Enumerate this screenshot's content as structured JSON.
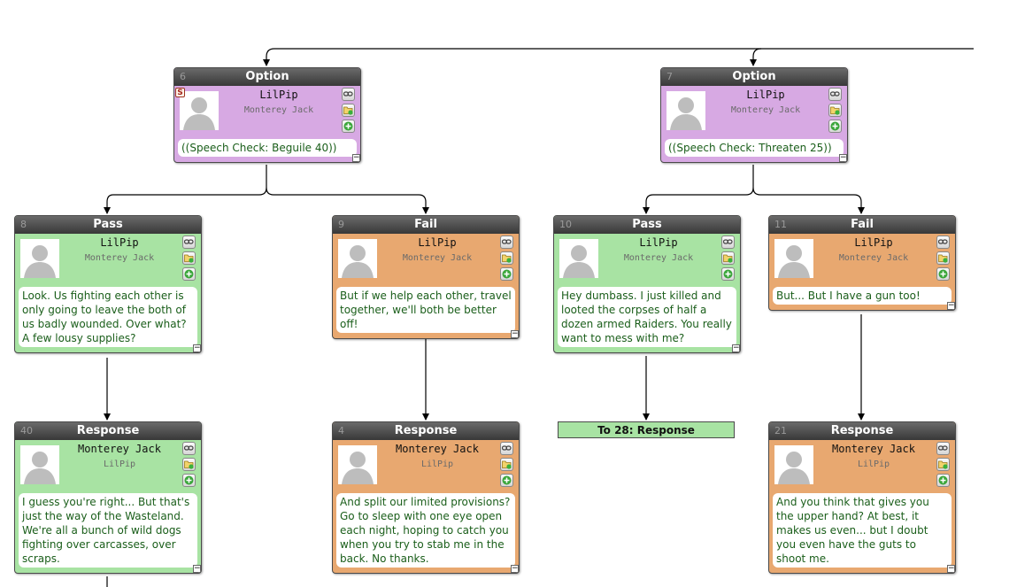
{
  "canvas": {
    "nodes": [
      {
        "id": "6",
        "title": "Option",
        "color": "purple",
        "speaker": "LilPip",
        "listener": "Monterey Jack",
        "portrait": "Image Not Available",
        "check_badge": "S",
        "text": "((Speech Check: Beguile 40))"
      },
      {
        "id": "7",
        "title": "Option",
        "color": "purple",
        "speaker": "LilPip",
        "listener": "Monterey Jack",
        "portrait": "Image Not Available",
        "text": "((Speech Check: Threaten 25))"
      },
      {
        "id": "8",
        "title": "Pass",
        "color": "green",
        "speaker": "LilPip",
        "listener": "Monterey Jack",
        "portrait": "Image Not Available",
        "text": "Look. Us fighting each other is only going to leave the both of us badly wounded. Over what? A few lousy supplies?"
      },
      {
        "id": "9",
        "title": "Fail",
        "color": "orange",
        "speaker": "LilPip",
        "listener": "Monterey Jack",
        "portrait": "Image Not Available",
        "text": "But if we help each other, travel together, we'll both be better off!"
      },
      {
        "id": "10",
        "title": "Pass",
        "color": "green",
        "speaker": "LilPip",
        "listener": "Monterey Jack",
        "portrait": "Image Not Available",
        "text": "Hey dumbass. I just killed and looted the corpses of half a dozen armed Raiders. You really want to mess with me?"
      },
      {
        "id": "11",
        "title": "Fail",
        "color": "orange",
        "speaker": "LilPip",
        "listener": "Monterey Jack",
        "portrait": "Image Not Available",
        "text": "But... But I have a gun too!"
      },
      {
        "id": "40",
        "title": "Response",
        "color": "green",
        "speaker": "Monterey Jack",
        "listener": "LilPip",
        "portrait": "Image Not Available",
        "text": "I guess you're right... But that's just the way of the Wasteland. We're all a bunch of wild dogs fighting over carcasses, over scraps."
      },
      {
        "id": "4",
        "title": "Response",
        "color": "orange",
        "speaker": "Monterey Jack",
        "listener": "LilPip",
        "portrait": "Image Not Available",
        "text": "And split our limited provisions? Go to sleep with one eye open each night, hoping to catch you when you try to stab me in the back.  No thanks."
      },
      {
        "id": "21",
        "title": "Response",
        "color": "orange",
        "speaker": "Monterey Jack",
        "listener": "LilPip",
        "portrait": "Image Not Available",
        "text": "And you think that gives you the upper hand? At best, it makes us even... but I doubt you even have the guts to shoot me."
      }
    ],
    "link_node": {
      "label": "To 28: Response"
    },
    "node_buttons": [
      "link-icon",
      "folder-icon",
      "add-icon"
    ],
    "collapse_glyph": "−"
  }
}
